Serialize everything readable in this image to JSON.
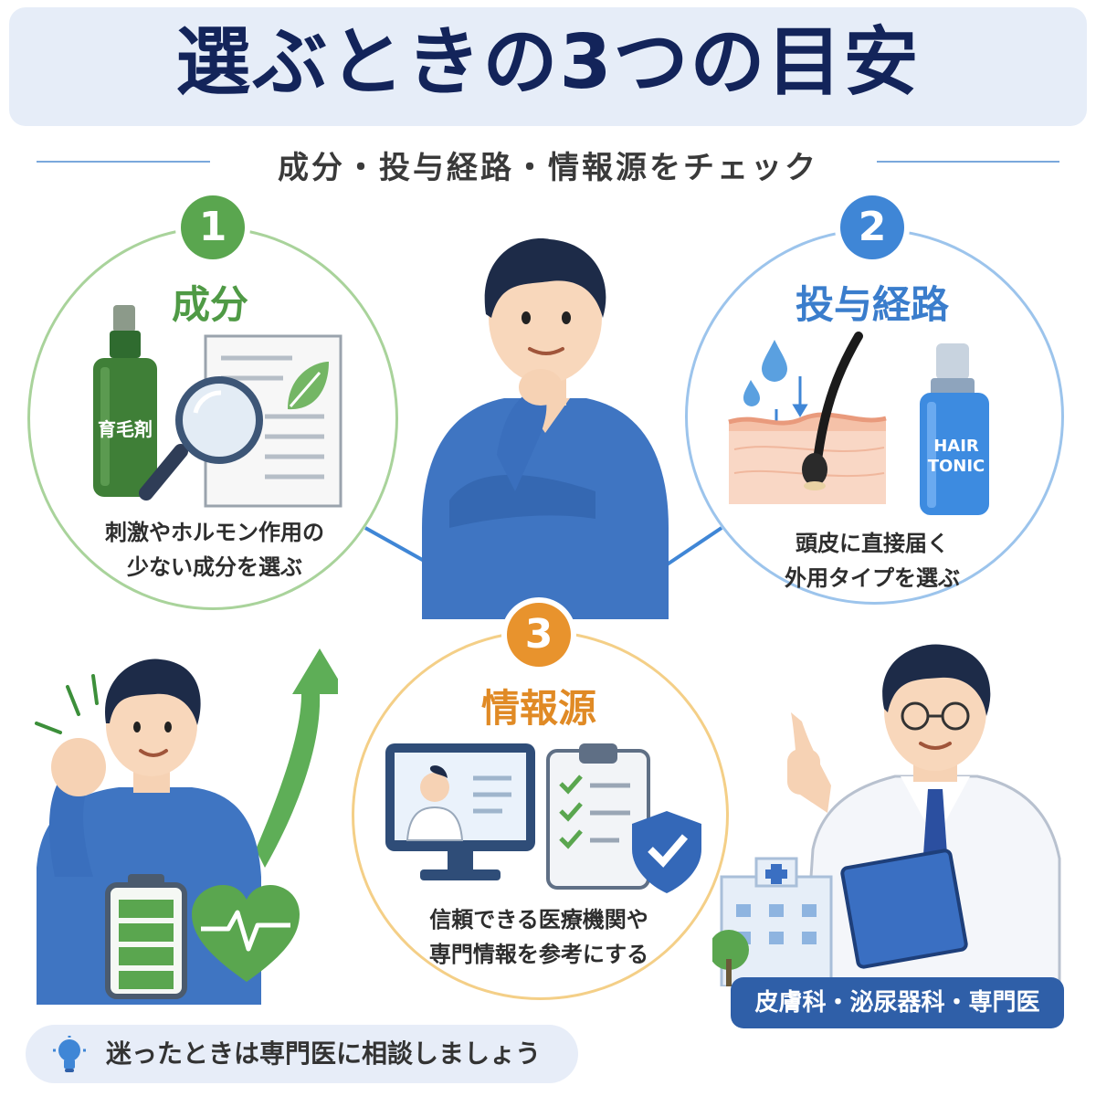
{
  "title": "選ぶときの3つの目安",
  "subtitle": "成分・投与経路・情報源をチェック",
  "points": [
    {
      "number": "1",
      "heading": "成分",
      "desc_line1": "刺激やホルモン作用の",
      "desc_line2": "少ない成分を選ぶ",
      "bottle_label": "育毛剤",
      "color": "#5aa64f"
    },
    {
      "number": "2",
      "heading": "投与経路",
      "desc_line1": "頭皮に直接届く",
      "desc_line2": "外用タイプを選ぶ",
      "bottle_label_line1": "HAIR",
      "bottle_label_line2": "TONIC",
      "color": "#3f86d6"
    },
    {
      "number": "3",
      "heading": "情報源",
      "desc_line1": "信頼できる医療機関や",
      "desc_line2": "専門情報を参考にする",
      "color": "#e8932d"
    }
  ],
  "specialists": "皮膚科・泌尿器科・専門医",
  "tip": "迷ったときは専門医に相談しましょう",
  "icons": [
    "lightbulb-icon",
    "magnifier-icon",
    "leaf-icon",
    "water-drop-icon",
    "monitor-doctor-icon",
    "clipboard-check-icon",
    "shield-check-icon",
    "battery-icon",
    "heart-pulse-icon",
    "hospital-icon",
    "tree-icon",
    "arrow-up-icon"
  ]
}
